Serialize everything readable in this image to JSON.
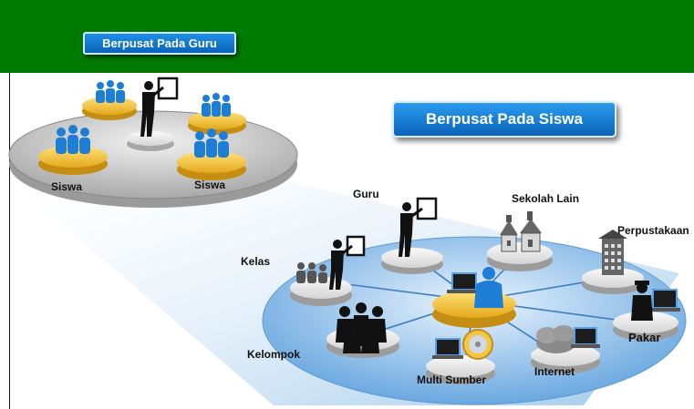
{
  "header": {
    "button_label": "Berpusat Pada Guru"
  },
  "main": {
    "button_label": "Berpusat Pada Siswa"
  },
  "teacher_centered": {
    "student_label_left": "Siswa",
    "student_label_right": "Siswa"
  },
  "student_centered": {
    "nodes": {
      "guru": "Guru",
      "sekolah_lain": "Sekolah Lain",
      "perpustakaan": "Perpustakaan",
      "kelas": "Kelas",
      "kelompok": "Kelompok",
      "multi_sumber": "Multi Sumber",
      "internet": "Internet",
      "pakar": "Pakar"
    }
  },
  "colors": {
    "header_green": "#007a00",
    "button_blue": "#0a63b8",
    "person_blue": "#1e7ed6",
    "platform_gold": "#f2c744",
    "platform_gray": "#c8c8c8",
    "network_blue": "#9cc6ec"
  }
}
